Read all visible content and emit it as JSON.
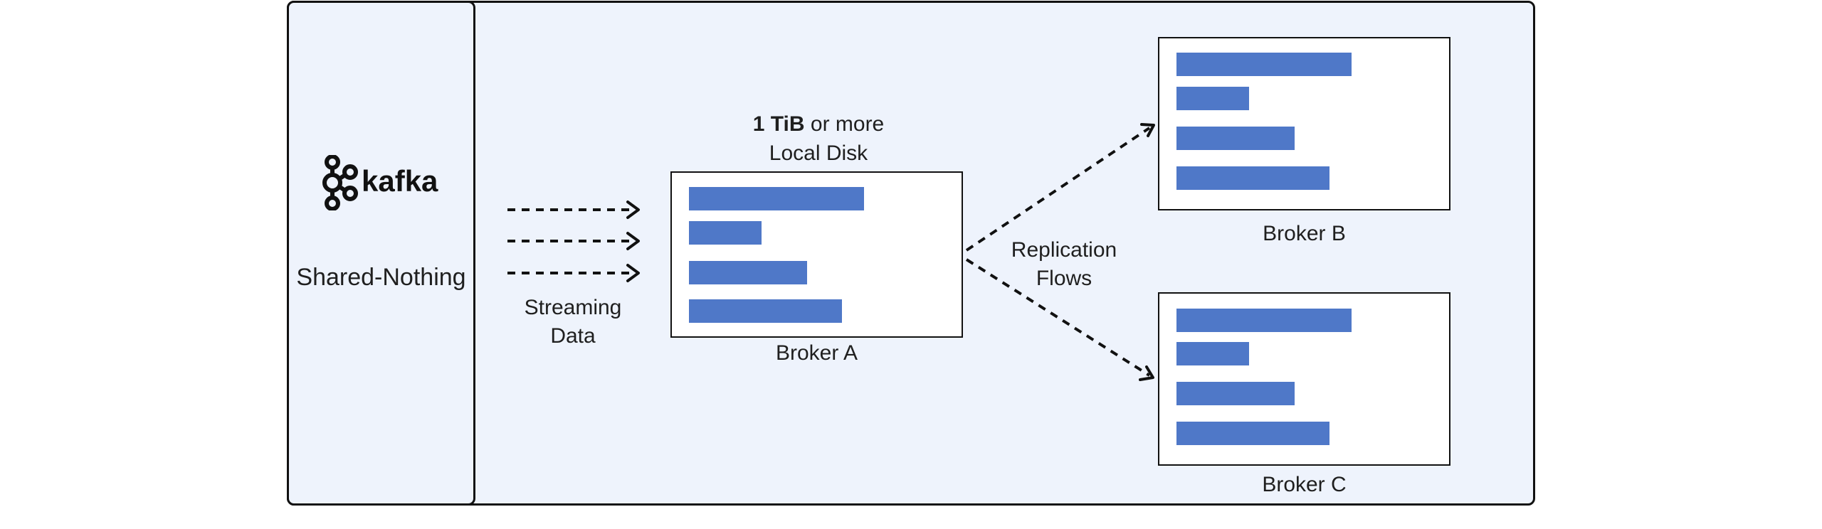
{
  "left_panel": {
    "logo_text": "kafka",
    "architecture": "Shared-Nothing"
  },
  "streaming": {
    "line1": "Streaming",
    "line2": "Data"
  },
  "disk_note": {
    "bold": "1 TiB",
    "rest": " or more",
    "line2": "Local Disk"
  },
  "replication": {
    "line1": "Replication",
    "line2": "Flows"
  },
  "brokers": [
    {
      "name": "Broker A"
    },
    {
      "name": "Broker B"
    },
    {
      "name": "Broker C"
    }
  ],
  "colors": {
    "panel_bg": "#eef3fc",
    "bar": "#4f78c8",
    "stroke": "#111111"
  }
}
